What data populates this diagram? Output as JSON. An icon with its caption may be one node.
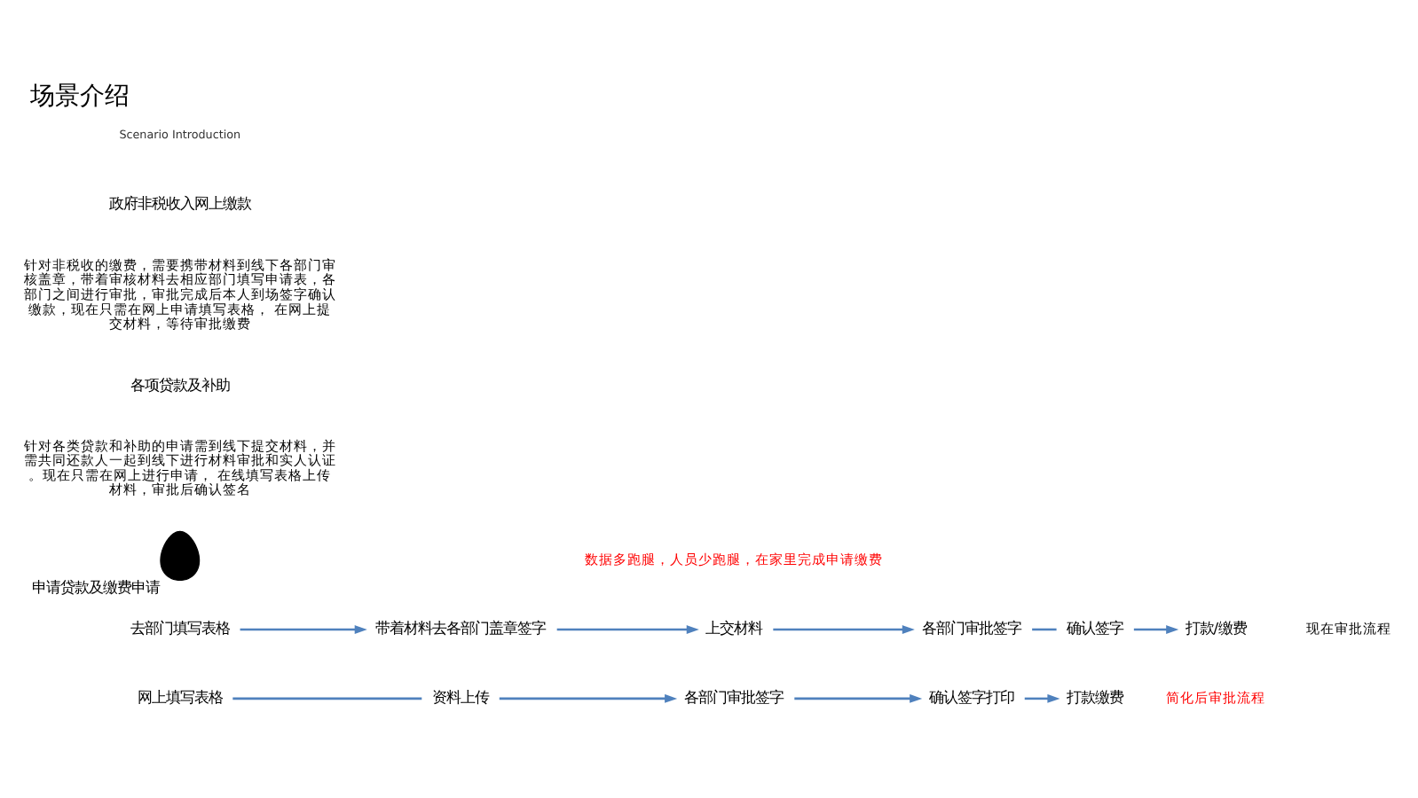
{
  "diagram": {
    "title": "场景介绍",
    "nodes": [
      {
        "text": [],
        "shape": "person",
        "beside": [
          "申请贷款及缴费申请"
        ]
      },
      {
        "text": [
          "去部门填写表格"
        ]
      },
      {
        "text": [
          "带着材料去各部门盖章签字"
        ]
      },
      {
        "text": [
          "上交材料"
        ]
      },
      {
        "text": [
          "各部门审批签字"
        ]
      },
      {
        "text": [
          "确认签字"
        ]
      },
      {
        "text": [
          "打款/缴费"
        ]
      },
      {
        "text": [
          "网上填写表格"
        ]
      },
      {
        "text": [
          "资料上传"
        ]
      },
      {
        "text": [
          "各部门审批签字"
        ]
      },
      {
        "text": [
          "确认签字打印"
        ]
      },
      {
        "text": [
          "打款缴费"
        ]
      }
    ],
    "edges": [
      {
        "from": 1,
        "to": 2,
        "arrow": "to"
      },
      {
        "from": 2,
        "to": 3,
        "arrow": "to"
      },
      {
        "from": 3,
        "to": 4,
        "arrow": "to"
      },
      {
        "from": 4,
        "to": 5,
        "arrow": "none"
      },
      {
        "from": 5,
        "to": 6,
        "arrow": "to"
      },
      {
        "from": 7,
        "to": 8,
        "arrow": "none"
      },
      {
        "from": 8,
        "to": 9,
        "arrow": "to"
      },
      {
        "from": 9,
        "to": 10,
        "arrow": "to"
      },
      {
        "from": 10,
        "to": 11,
        "arrow": "to"
      }
    ],
    "labels": [
      "Scenario Introduction",
      "政府非税收入网上缴款",
      "针对非税收的缴费，需要携带材料到线下各部门审核盖章，带着审核材料去相应部门填写申请表，各部门之间进行审批，审批完成后本人到场签字确认缴款，现在只需在网上申请填写表格， 在网上提交材料，等待审批缴费",
      "各项贷款及补助",
      "针对各类贷款和补助的申请需到线下提交材料，并需共同还款人一起到线下进行材料审批和实人认证。现在只需在网上进行申请， 在线填写表格上传材料，审批后确认签名",
      "现在审批流程",
      "简化后审批流程",
      "数据多跑腿，人员少跑腿，在家里完成申请缴费"
    ]
  }
}
